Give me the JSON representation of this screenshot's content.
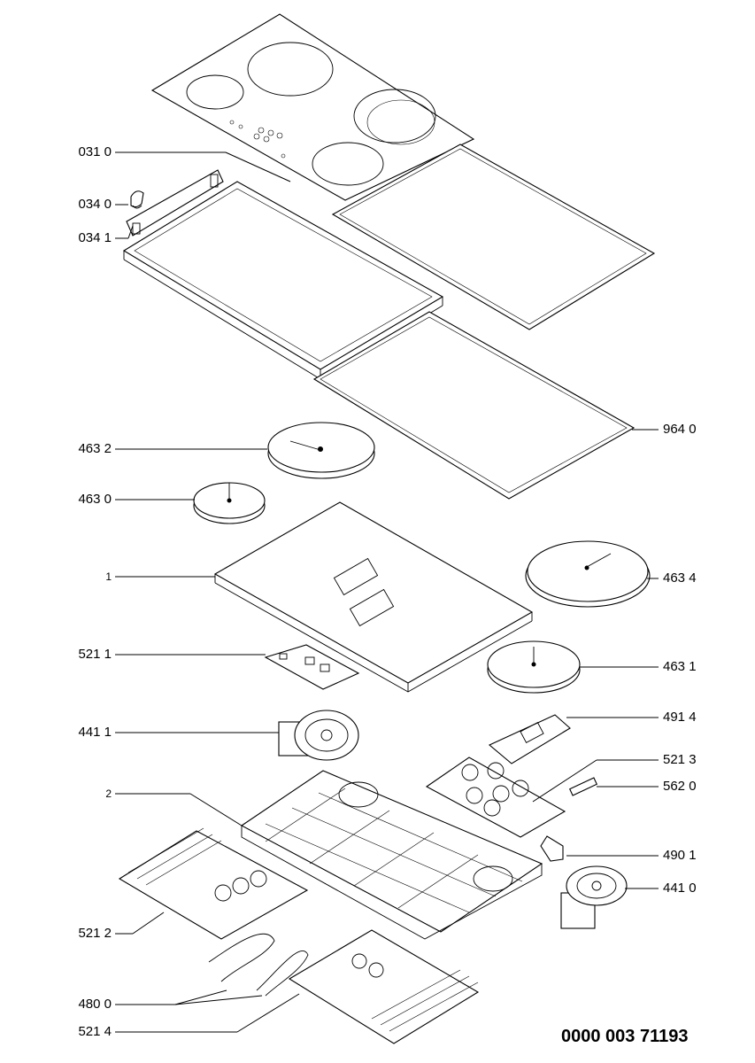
{
  "diagram": {
    "labels_left": [
      {
        "id": "031-0",
        "text": "031 0"
      },
      {
        "id": "034-0",
        "text": "034 0"
      },
      {
        "id": "034-1",
        "text": "034 1"
      },
      {
        "id": "463-2",
        "text": "463 2"
      },
      {
        "id": "463-0",
        "text": "463 0"
      },
      {
        "id": "1",
        "text": "1"
      },
      {
        "id": "521-1",
        "text": "521 1"
      },
      {
        "id": "441-1",
        "text": "441 1"
      },
      {
        "id": "2",
        "text": "2"
      },
      {
        "id": "521-2",
        "text": "521 2"
      },
      {
        "id": "480-0",
        "text": "480 0"
      },
      {
        "id": "521-4",
        "text": "521 4"
      }
    ],
    "labels_right": [
      {
        "id": "964-0",
        "text": "964 0"
      },
      {
        "id": "463-4",
        "text": "463 4"
      },
      {
        "id": "463-1",
        "text": "463 1"
      },
      {
        "id": "491-4",
        "text": "491 4"
      },
      {
        "id": "521-3",
        "text": "521 3"
      },
      {
        "id": "562-0",
        "text": "562 0"
      },
      {
        "id": "490-1",
        "text": "490 1"
      },
      {
        "id": "441-0",
        "text": "441 0"
      }
    ],
    "document_number": "0000 003 71193"
  }
}
